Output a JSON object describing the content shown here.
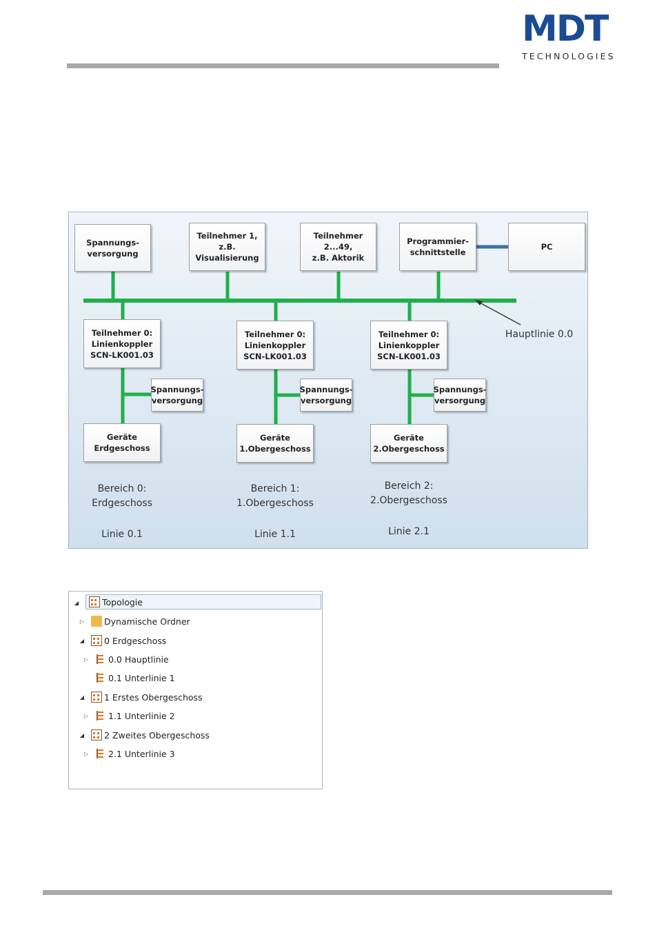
{
  "logo": {
    "main": "MDT",
    "sub": "TECHNOLOGIES"
  },
  "diagram": {
    "top_boxes": [
      {
        "label": "Spannungs-\nversorgung"
      },
      {
        "label": "Teilnehmer 1, z.B.\nVisualisierung"
      },
      {
        "label": "Teilnehmer 2...49,\nz.B. Aktorik"
      },
      {
        "label": "Programmier-\nschnittstelle"
      },
      {
        "label": "PC"
      }
    ],
    "main_line_label": "Hauptlinie 0.0",
    "areas": [
      {
        "coupler": "Teilnehmer 0:\nLinienkoppler\nSCN-LK001.03",
        "power": "Spannungs-\nversorgung",
        "devices": "Geräte\nErdgeschoss",
        "area": "Bereich 0:\nErdgeschoss",
        "line": "Linie 0.1"
      },
      {
        "coupler": "Teilnehmer 0:\nLinienkoppler\nSCN-LK001.03",
        "power": "Spannungs-\nversorgung",
        "devices": "Geräte\n1.Obergeschoss",
        "area": "Bereich 1:\n1.Obergeschoss",
        "line": "Linie 1.1"
      },
      {
        "coupler": "Teilnehmer 0:\nLinienkoppler\nSCN-LK001.03",
        "power": "Spannungs-\nversorgung",
        "devices": "Geräte\n2.Obergeschoss",
        "area": "Bereich 2:\n2.Obergeschoss",
        "line": "Linie 2.1"
      }
    ],
    "colors": {
      "bus_line": "#1fb04a",
      "pc_link": "#3f6fa5"
    }
  },
  "tree": {
    "items": [
      {
        "label": "Topologie",
        "icon": "topology-icon",
        "expander": "expanded"
      },
      {
        "label": "Dynamische Ordner",
        "icon": "dynamic-folder-icon",
        "expander": "collapsed"
      },
      {
        "label": "0 Erdgeschoss",
        "icon": "area-icon",
        "expander": "expanded"
      },
      {
        "label": "0.0 Hauptlinie",
        "icon": "line-icon",
        "expander": "collapsed"
      },
      {
        "label": "0.1 Unterlinie 1",
        "icon": "line-icon",
        "expander": "none"
      },
      {
        "label": "1 Erstes Obergeschoss",
        "icon": "area-icon",
        "expander": "expanded"
      },
      {
        "label": "1.1 Unterlinie 2",
        "icon": "line-icon",
        "expander": "collapsed"
      },
      {
        "label": "2 Zweites Obergeschoss",
        "icon": "area-icon",
        "expander": "expanded"
      },
      {
        "label": "2.1 Unterlinie 3",
        "icon": "line-icon",
        "expander": "collapsed"
      }
    ]
  }
}
